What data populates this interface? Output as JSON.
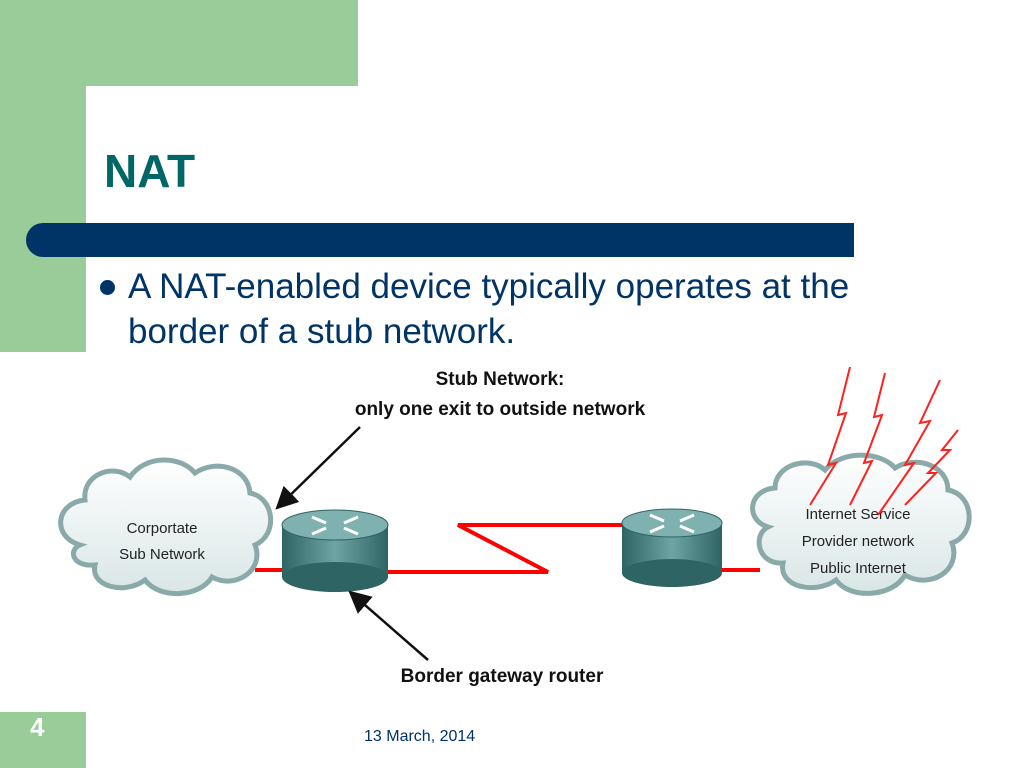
{
  "slide": {
    "title": "NAT",
    "bullet": "A NAT-enabled device typically operates at the border of a stub network.",
    "number": "4",
    "date": "13 March, 2014"
  },
  "diagram": {
    "heading_line1": "Stub Network:",
    "heading_line2": "only one exit to outside network",
    "left_cloud_line1": "Corportate",
    "left_cloud_line2": "Sub Network",
    "right_cloud_line1": "Internet Service",
    "right_cloud_line2": "Provider network",
    "right_cloud_line3": "Public Internet",
    "router_label": "Border gateway router"
  },
  "colors": {
    "accent_green": "#99cc99",
    "title_bar": "#003366",
    "title_text": "#006666",
    "link_red": "#ff0000",
    "router_teal": "#5f9292"
  }
}
